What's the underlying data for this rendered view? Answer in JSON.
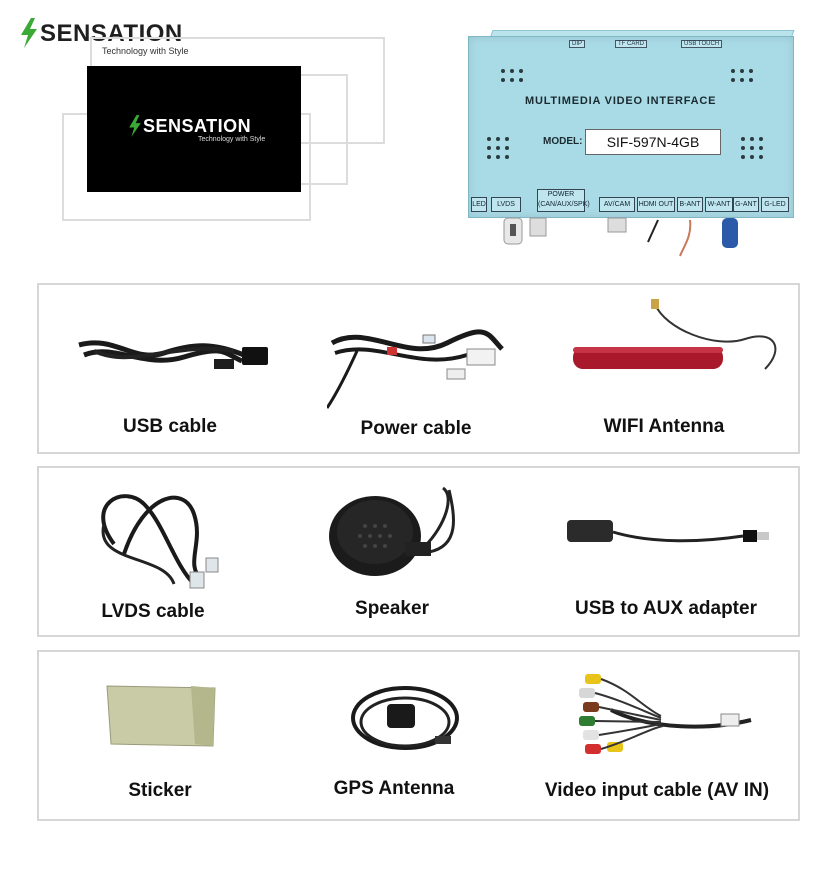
{
  "brand": {
    "name": "SENSATION",
    "tagline": "Technology with Style",
    "accent": "#3aa935"
  },
  "device": {
    "title": "MULTIMEDIA VIDEO INTERFACE",
    "model_label": "MODEL:",
    "model_value": "SIF-597N-4GB",
    "top_labels": [
      "DIP",
      "TF CARD",
      "USB TOUCH"
    ],
    "ports": [
      "LED",
      "LVDS",
      "POWER (CAN/AUX/SPK)",
      "AV/CAM",
      "HDMI OUT",
      "B-ANT",
      "W-ANT",
      "G-ANT",
      "G-LED"
    ]
  },
  "accessories": [
    {
      "label": "USB cable"
    },
    {
      "label": "Power cable"
    },
    {
      "label": "WIFI Antenna"
    },
    {
      "label": "LVDS cable"
    },
    {
      "label": "Speaker"
    },
    {
      "label": "USB to AUX adapter"
    },
    {
      "label": "Sticker"
    },
    {
      "label": "GPS Antenna"
    },
    {
      "label": "Video input cable (AV IN)"
    }
  ]
}
